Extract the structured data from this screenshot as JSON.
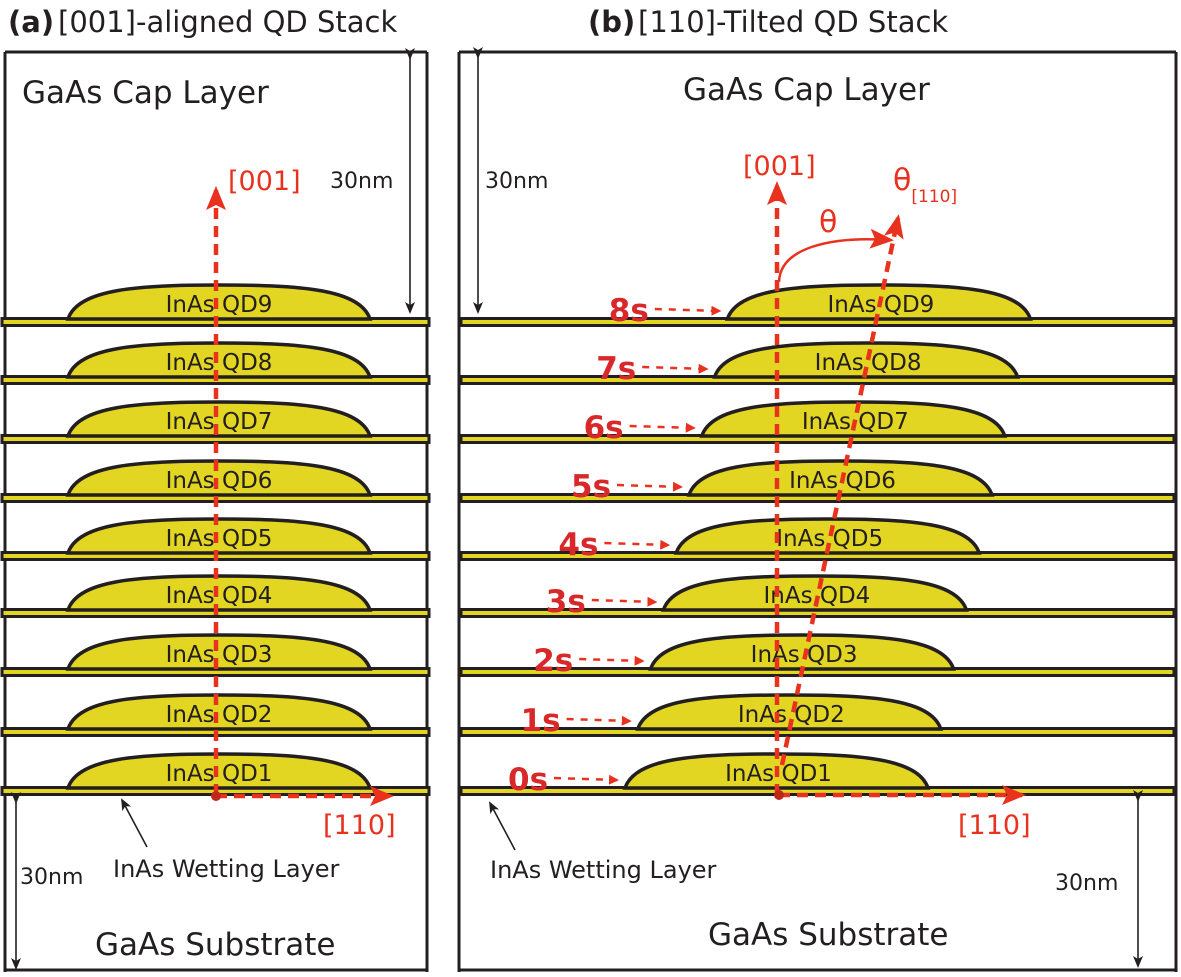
{
  "panel_a": {
    "title_tag": "(a)",
    "title": "[001]-aligned QD Stack",
    "cap_layer": "GaAs Cap Layer",
    "cap_thickness": "30nm",
    "substrate": "GaAs Substrate",
    "substrate_thickness": "30nm",
    "wetting_layer": "InAs Wetting Layer",
    "axis_vertical": "[001]",
    "axis_horizontal": "[110]",
    "dots": [
      "InAs QD9",
      "InAs QD8",
      "InAs QD7",
      "InAs QD6",
      "InAs QD5",
      "InAs QD4",
      "InAs QD3",
      "InAs QD2",
      "InAs QD1"
    ]
  },
  "panel_b": {
    "title_tag": "(b)",
    "title": "[110]-Tilted QD Stack",
    "cap_layer": "GaAs Cap Layer",
    "cap_thickness": "30nm",
    "substrate": "GaAs Substrate",
    "substrate_thickness": "30nm",
    "wetting_layer": "InAs Wetting Layer",
    "axis_vertical": "[001]",
    "axis_horizontal": "[110]",
    "tilt_angle": "θ",
    "tilt_axis": "θ",
    "tilt_axis_subscript": "[110]",
    "dots": [
      "InAs QD9",
      "InAs QD8",
      "InAs QD7",
      "InAs QD6",
      "InAs QD5",
      "InAs QD4",
      "InAs QD3",
      "InAs QD2",
      "InAs QD1"
    ],
    "shifts": [
      "8s",
      "7s",
      "6s",
      "5s",
      "4s",
      "3s",
      "2s",
      "1s",
      "0s"
    ]
  },
  "colors": {
    "quantum_dot": "#e2d623",
    "axis_arrow": "#e8321e",
    "shift_label": "#d8282a",
    "outline": "#231f20"
  }
}
